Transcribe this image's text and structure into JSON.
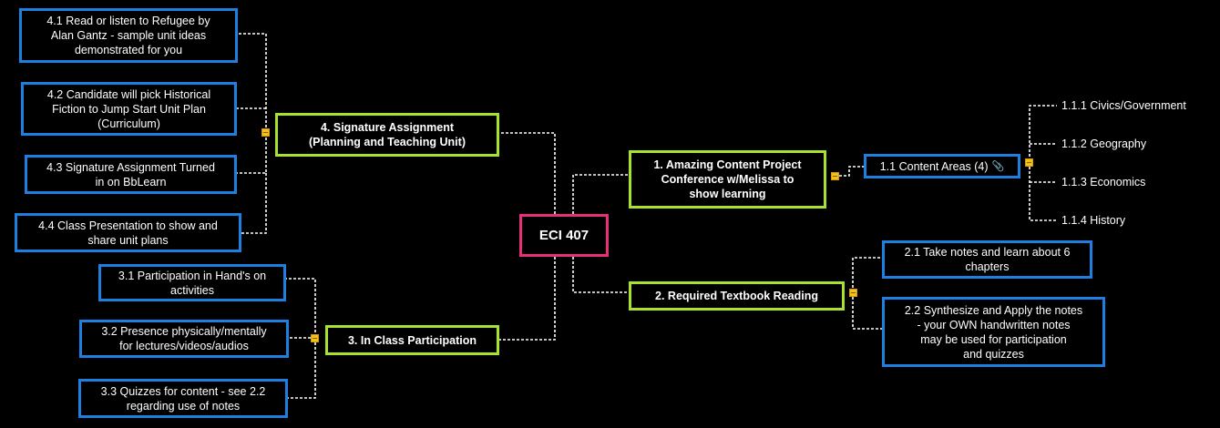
{
  "diagram": {
    "root": {
      "label": "ECI 407"
    },
    "branch1": {
      "label": "1. Amazing Content Project\nConference w/Melissa to\nshow learning"
    },
    "node_1_1": {
      "label": "1.1 Content Areas (4)",
      "attachment_icon": "paperclip-icon"
    },
    "leaves_1_1": [
      {
        "label": "1.1.1 Civics/Government"
      },
      {
        "label": "1.1.2 Geography"
      },
      {
        "label": "1.1.3 Economics"
      },
      {
        "label": "1.1.4 History"
      }
    ],
    "branch2": {
      "label": "2. Required Textbook Reading"
    },
    "node_2_1": {
      "label": "2.1 Take notes and learn about 6\nchapters"
    },
    "node_2_2": {
      "label": "2.2 Synthesize and Apply the notes\n- your OWN handwritten notes\nmay be used for participation\nand quizzes"
    },
    "branch3": {
      "label": "3. In Class Participation"
    },
    "node_3_1": {
      "label": "3.1 Participation in Hand's on\nactivities"
    },
    "node_3_2": {
      "label": "3.2 Presence physically/mentally\nfor lectures/videos/audios"
    },
    "node_3_3": {
      "label": "3.3 Quizzes for content - see 2.2\nregarding use of notes"
    },
    "branch4": {
      "label": "4.       Signature Assignment\n(Planning and Teaching Unit)"
    },
    "node_4_1": {
      "label": "4.1   Read or listen to Refugee by\nAlan Gantz - sample unit ideas\ndemonstrated for you"
    },
    "node_4_2": {
      "label": "4.2   Candidate will pick Historical\nFiction to Jump Start Unit Plan\n(Curriculum)"
    },
    "node_4_3": {
      "label": "4.3 Signature Assignment Turned\nin on BbLearn"
    },
    "node_4_4": {
      "label": "4.4 Class Presentation to show and\nshare unit plans"
    }
  },
  "colors": {
    "root_border": "#e8307a",
    "branch_border": "#a6e22e",
    "leaf_border": "#1f7fe0",
    "handle": "#f2c21b",
    "background": "#000000"
  }
}
